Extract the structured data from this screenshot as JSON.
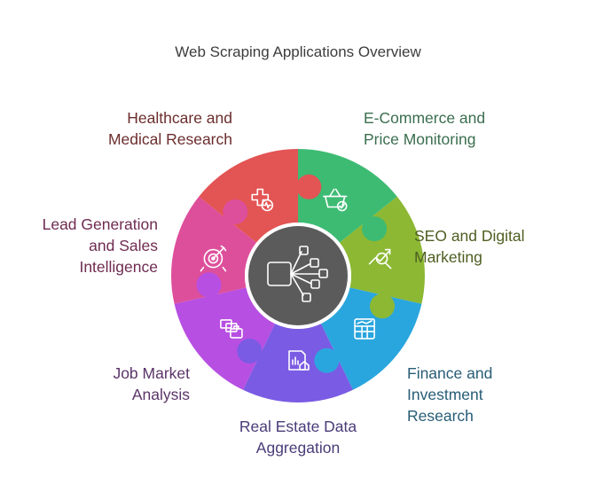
{
  "title": "Web Scraping Applications Overview",
  "segments": [
    {
      "label": "E-Commerce and\nPrice Monitoring",
      "color": "#3dbb73",
      "text_color": "#3b6e4f",
      "icon": "shopping-basket-check-icon"
    },
    {
      "label": "SEO and Digital\nMarketing",
      "color": "#8cb833",
      "text_color": "#4e5f22",
      "icon": "growth-chart-magnifier-icon"
    },
    {
      "label": "Finance and\nInvestment\nResearch",
      "color": "#2aa6de",
      "text_color": "#275d76",
      "icon": "financial-spreadsheet-icon"
    },
    {
      "label": "Real Estate Data\nAggregation",
      "color": "#7a5be3",
      "text_color": "#4a3c78",
      "icon": "property-document-icon"
    },
    {
      "label": "Job Market\nAnalysis",
      "color": "#b74fe2",
      "text_color": "#5b3469",
      "icon": "job-portfolio-icon"
    },
    {
      "label": "Lead Generation\nand Sales\nIntelligence",
      "color": "#dd4f9b",
      "text_color": "#6f2b51",
      "icon": "target-lead-icon"
    },
    {
      "label": "Healthcare and\nMedical Research",
      "color": "#e35454",
      "text_color": "#6c2d2d",
      "icon": "medical-cross-pulse-icon"
    }
  ],
  "center_icon": "data-network-icon",
  "center_color": "#5b5b5b"
}
